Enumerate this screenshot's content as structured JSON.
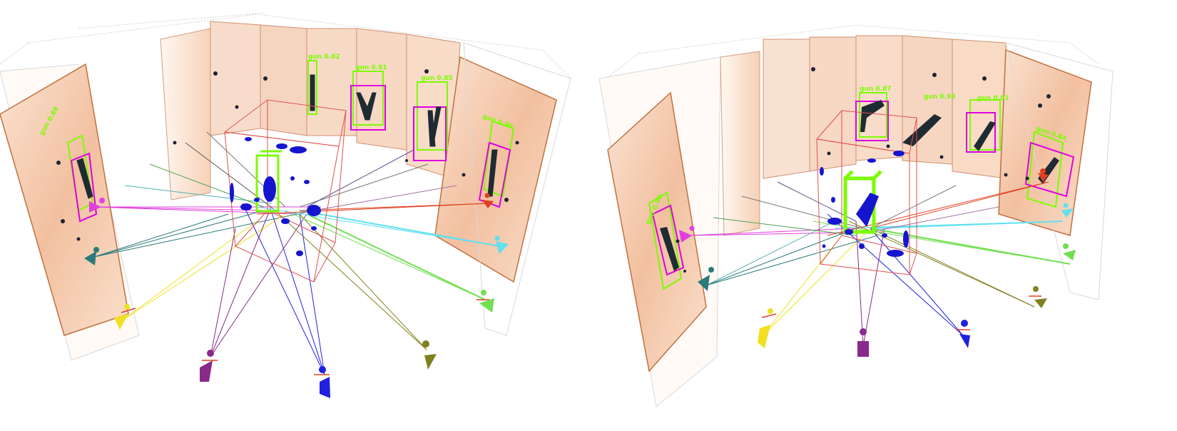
{
  "figure": {
    "left_panel_label": "",
    "right_panel_label": ""
  },
  "colors": {
    "xray_tint": "#e8a27a",
    "xray_dark": "#c8663a",
    "detection_box": "#7CFC00",
    "roi_box": "#e000e0",
    "bounding_volume": "#e05050",
    "reconstructed_points": "#1515d0",
    "object_dark": "#1f2b33"
  },
  "cameras": [
    {
      "name": "magenta-camera",
      "color": "#e040e0"
    },
    {
      "name": "teal-camera",
      "color": "#2a7a7a"
    },
    {
      "name": "yellow-camera",
      "color": "#f0e020"
    },
    {
      "name": "purple-camera",
      "color": "#8a2a8a"
    },
    {
      "name": "blue-camera",
      "color": "#2020e0"
    },
    {
      "name": "olive-camera",
      "color": "#808020"
    },
    {
      "name": "green-camera",
      "color": "#70e050"
    },
    {
      "name": "cyan-camera",
      "color": "#60e0f0"
    },
    {
      "name": "red-camera",
      "color": "#e04020"
    }
  ],
  "left_panel": {
    "detection_labels": [
      "gun 0.88",
      "gun 0.82",
      "gun 0.91",
      "gun 0.85",
      "gun 0.86"
    ]
  },
  "right_panel": {
    "detection_labels": [
      "gun 0.90",
      "gun 0.87",
      "gun 0.93",
      "gun 0.81",
      "gun 0.84"
    ]
  }
}
